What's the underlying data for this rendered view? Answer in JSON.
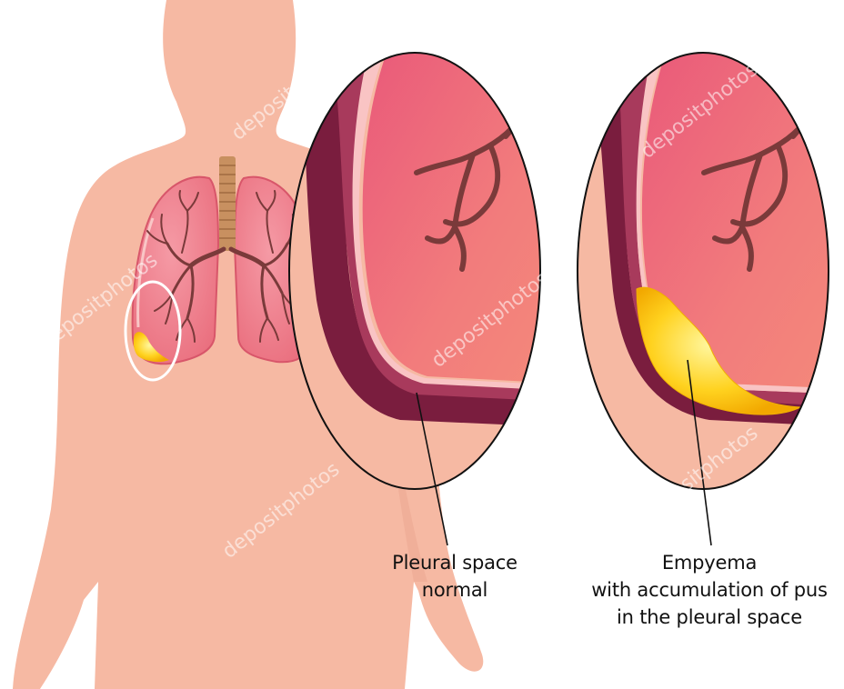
{
  "labels": {
    "normal": [
      "Pleural space",
      "normal"
    ],
    "empyema": [
      "Empyema",
      "with accumulation of pus",
      "in the pleural space"
    ]
  },
  "watermark": "depositphotos",
  "colors": {
    "background": "#ffffff",
    "skin": "#f6b9a3",
    "skin_shadow": "#e8a48c",
    "lung": "#f07a87",
    "lung_light": "#f59aa5",
    "pleura_dark": "#7a1d3e",
    "pleura_mid": "#a83a5c",
    "bronchi": "#7a3a3a",
    "trachea": "#c89060",
    "pus": "#ffd21f",
    "pus_light": "#fff27a",
    "outline": "#111111"
  }
}
